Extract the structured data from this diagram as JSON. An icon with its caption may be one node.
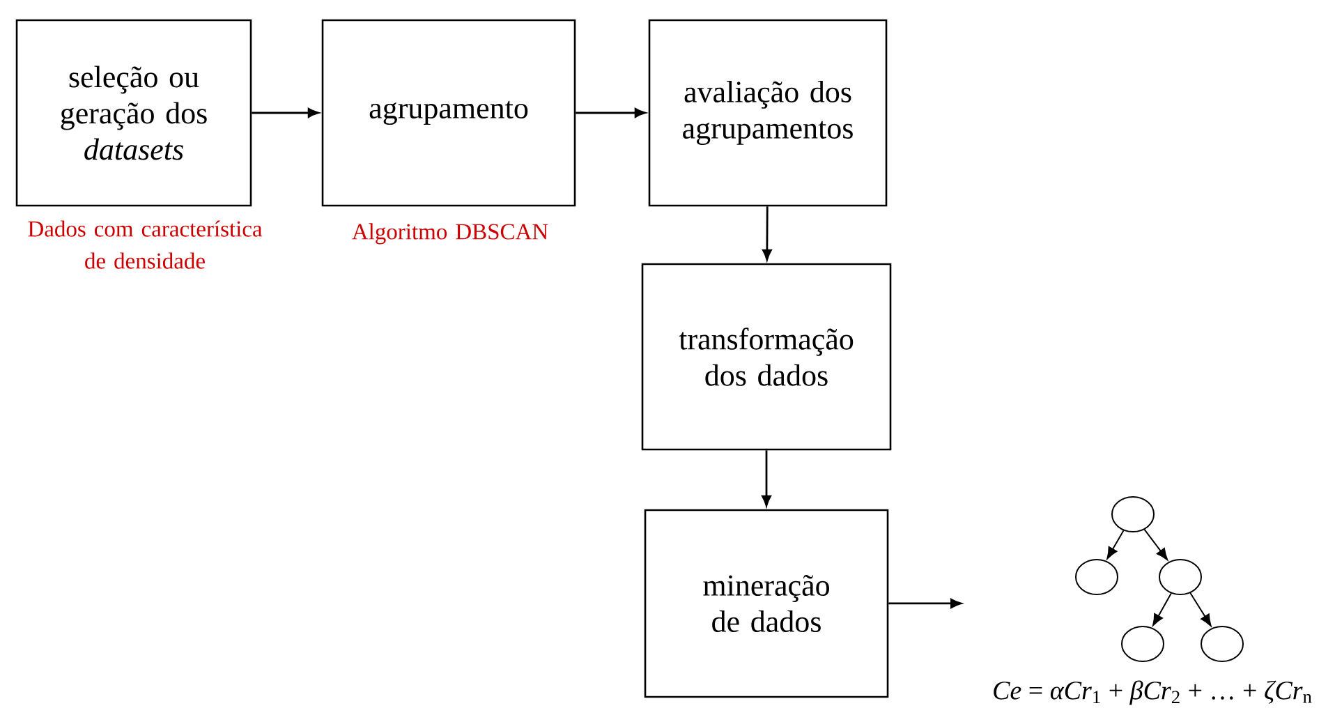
{
  "diagram": {
    "nodes": [
      {
        "text": [
          "seleção ou geração dos *datasets*"
        ],
        "beside": [
          "Dados com característica de densidade"
        ]
      },
      {
        "text": [
          "agrupamento"
        ],
        "beside": [
          "Algoritmo DBSCAN"
        ]
      },
      {
        "text": [
          "avaliação dos agrupamentos"
        ]
      },
      {
        "text": [
          "transformação dos dados"
        ]
      },
      {
        "text": [
          "mineração de dados"
        ]
      },
      {
        "text": [],
        "shape": "circle"
      },
      {
        "text": [],
        "shape": "circle"
      },
      {
        "text": [],
        "shape": "circle"
      },
      {
        "text": [],
        "shape": "circle"
      },
      {
        "text": [],
        "shape": "circle"
      }
    ],
    "edges": [
      {
        "from": 0,
        "to": 1,
        "arrow": "to"
      },
      {
        "from": 1,
        "to": 2,
        "arrow": "to"
      },
      {
        "from": 2,
        "to": 3,
        "arrow": "to"
      },
      {
        "from": 3,
        "to": 4,
        "arrow": "to"
      },
      {
        "from": 4,
        "to": null,
        "arrow": "to"
      },
      {
        "from": 5,
        "to": 6,
        "arrow": "to"
      },
      {
        "from": 5,
        "to": 7,
        "arrow": "to"
      },
      {
        "from": 7,
        "to": 8,
        "arrow": "to"
      },
      {
        "from": 7,
        "to": 9,
        "arrow": "to"
      }
    ],
    "labels": [
      "*Ce* = *αCr*$_{1}$ + *βCr*$_{2}$ + … + *ζCr*$_{n}$"
    ]
  }
}
